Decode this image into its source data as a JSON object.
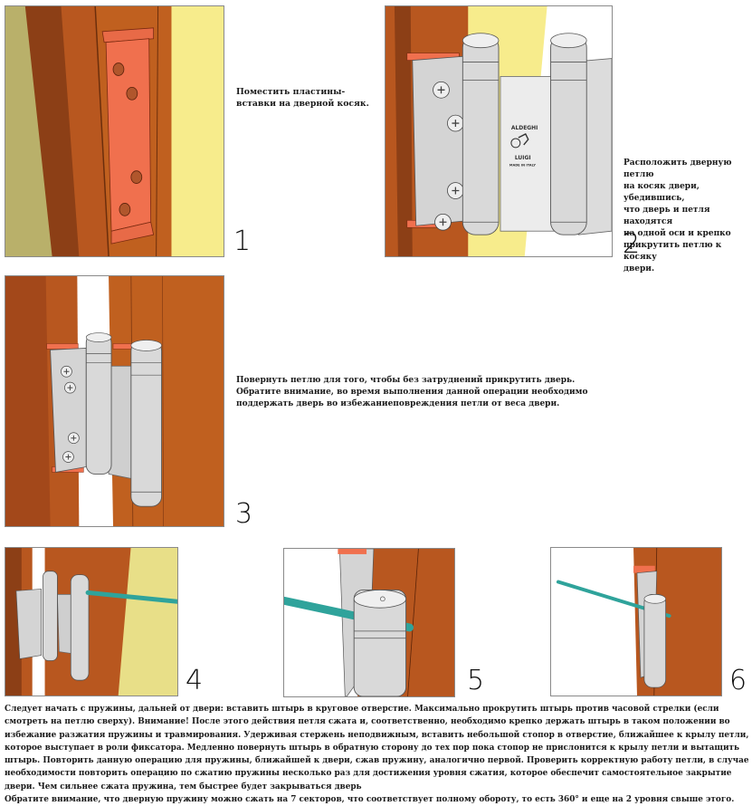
{
  "steps": [
    {
      "number": "1",
      "caption": "Поместить пластины-\nвставки на дверной косяк."
    },
    {
      "number": "2",
      "caption": "Расположить дверную петлю\nна косяк двери, убедившись,\nчто дверь и петля находятся\nна одной оси и крепко\nприкрутить петлю к косяку\nдвери.",
      "brand_logo_lines": [
        "ALDEGHI",
        "LUIGI",
        "MADE IN ITALY"
      ]
    },
    {
      "number": "3",
      "caption": "Повернуть петлю для того, чтобы без затруднений прикрутить дверь.\nОбратите внимание, во время выполнения данной операции необходимо\nподдержать дверь во избежаниеповреждения петли от веса двери."
    },
    {
      "number": "4"
    },
    {
      "number": "5"
    },
    {
      "number": "6"
    }
  ],
  "footer": {
    "paragraph": "Следует начать с пружины, дальней от двери: вставить штырь в круговое отверстие.  Максимально прокрутить штырь против часовой стрелки (если смотреть на петлю сверху). Внимание! После этого действия петля сжата и, соответственно, необходимо крепко держать штырь в таком положении во избежание разжатия пружины и травмирования. Удерживая стержень неподвижным, вставить небольшой стопор в отверстие, ближайшее к крылу петли, которое выступает в роли фиксатора. Медленно повернуть штырь в обратную сторону до тех пор пока стопор не прислонится к крылу петли и вытащить штырь.  Повторить данную операцию для пружины, ближайшей к двери, сжав пружину, аналогично первой.  Проверить корректную работу петли, в случае необходимости повторить операцию по сжатию пружины несколько раз для достижения уровня сжатия, которое обеспечит самостоятельное закрытие двери. Чем сильнее сжата пружина, тем быстрее будет закрываться дверь",
    "note": "Обратите внимание, что дверную пружину можно  сжать на 7 секторов, что соответствует полному обороту, то есть 360° и еще на 2 уровня свыше этого."
  },
  "colors": {
    "wood": "#b8571f",
    "wood_dark": "#8c3f16",
    "wall_yellow": "#f7ec8c",
    "wall_olive": "#b9b06a",
    "insert_plate": "#f0704e",
    "metal": "#d9d9d9",
    "rod_teal": "#2fa39b"
  }
}
